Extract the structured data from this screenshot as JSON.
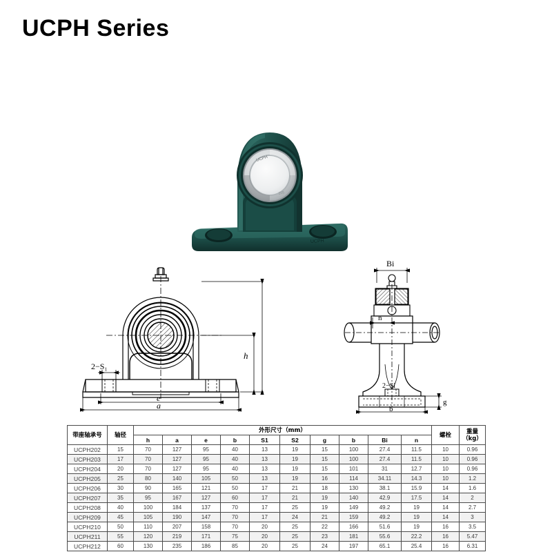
{
  "page": {
    "title": "UCPH Series"
  },
  "product_photo": {
    "alt_name": "UCPH pillow block bearing unit photo",
    "body_color": "#1e4f4a",
    "body_color_dark": "#14302e",
    "body_highlight": "#2e6a62",
    "ring_outer_color": "#c9cdd0",
    "ring_inner_color": "#e8eaeb",
    "bore_color": "#f0f1f2"
  },
  "front_view": {
    "name": "front-view-drawing",
    "labels": {
      "bolt_slot": "2−S₁",
      "height": "h",
      "bolt_center_distance": "e",
      "base_width": "a"
    }
  },
  "side_view": {
    "name": "side-view-drawing",
    "labels": {
      "inner_ring_width": "Bi",
      "offset": "n",
      "set_screw": "2−Si",
      "base_height": "g",
      "base_depth": "b"
    }
  },
  "table": {
    "headers": {
      "model": "带座轴承号",
      "shaft_dia": "轴径",
      "dimensions_group": "外形尺寸（mm）",
      "bolt": "螺栓",
      "weight_line1": "重量",
      "weight_line2": "（kg）"
    },
    "subheaders": [
      "h",
      "a",
      "e",
      "b",
      "S1",
      "S2",
      "g",
      "b",
      "Bi",
      "n"
    ],
    "rows": [
      {
        "model": "UCPH202",
        "shaft": "15",
        "h": "70",
        "a": "127",
        "e": "95",
        "b1": "40",
        "s1": "13",
        "s2": "19",
        "g": "15",
        "b2": "100",
        "bi": "27.4",
        "n": "11.5",
        "bolt": "10",
        "weight": "0.96"
      },
      {
        "model": "UCPH203",
        "shaft": "17",
        "h": "70",
        "a": "127",
        "e": "95",
        "b1": "40",
        "s1": "13",
        "s2": "19",
        "g": "15",
        "b2": "100",
        "bi": "27.4",
        "n": "11.5",
        "bolt": "10",
        "weight": "0.96"
      },
      {
        "model": "UCPH204",
        "shaft": "20",
        "h": "70",
        "a": "127",
        "e": "95",
        "b1": "40",
        "s1": "13",
        "s2": "19",
        "g": "15",
        "b2": "101",
        "bi": "31",
        "n": "12.7",
        "bolt": "10",
        "weight": "0.96"
      },
      {
        "model": "UCPH205",
        "shaft": "25",
        "h": "80",
        "a": "140",
        "e": "105",
        "b1": "50",
        "s1": "13",
        "s2": "19",
        "g": "16",
        "b2": "114",
        "bi": "34.11",
        "n": "14.3",
        "bolt": "10",
        "weight": "1.2"
      },
      {
        "model": "UCPH206",
        "shaft": "30",
        "h": "90",
        "a": "165",
        "e": "121",
        "b1": "50",
        "s1": "17",
        "s2": "21",
        "g": "18",
        "b2": "130",
        "bi": "38.1",
        "n": "15.9",
        "bolt": "14",
        "weight": "1.6"
      },
      {
        "model": "UCPH207",
        "shaft": "35",
        "h": "95",
        "a": "167",
        "e": "127",
        "b1": "60",
        "s1": "17",
        "s2": "21",
        "g": "19",
        "b2": "140",
        "bi": "42.9",
        "n": "17.5",
        "bolt": "14",
        "weight": "2"
      },
      {
        "model": "UCPH208",
        "shaft": "40",
        "h": "100",
        "a": "184",
        "e": "137",
        "b1": "70",
        "s1": "17",
        "s2": "25",
        "g": "19",
        "b2": "149",
        "bi": "49.2",
        "n": "19",
        "bolt": "14",
        "weight": "2.7"
      },
      {
        "model": "UCPH209",
        "shaft": "45",
        "h": "105",
        "a": "190",
        "e": "147",
        "b1": "70",
        "s1": "17",
        "s2": "24",
        "g": "21",
        "b2": "159",
        "bi": "49.2",
        "n": "19",
        "bolt": "14",
        "weight": "3"
      },
      {
        "model": "UCPH210",
        "shaft": "50",
        "h": "110",
        "a": "207",
        "e": "158",
        "b1": "70",
        "s1": "20",
        "s2": "25",
        "g": "22",
        "b2": "166",
        "bi": "51.6",
        "n": "19",
        "bolt": "16",
        "weight": "3.5"
      },
      {
        "model": "UCPH211",
        "shaft": "55",
        "h": "120",
        "a": "219",
        "e": "171",
        "b1": "75",
        "s1": "20",
        "s2": "25",
        "g": "23",
        "b2": "181",
        "bi": "55.6",
        "n": "22.2",
        "bolt": "16",
        "weight": "5.47"
      },
      {
        "model": "UCPH212",
        "shaft": "60",
        "h": "130",
        "a": "235",
        "e": "186",
        "b1": "85",
        "s1": "20",
        "s2": "25",
        "g": "24",
        "b2": "197",
        "bi": "65.1",
        "n": "25.4",
        "bolt": "16",
        "weight": "6.31"
      }
    ]
  }
}
